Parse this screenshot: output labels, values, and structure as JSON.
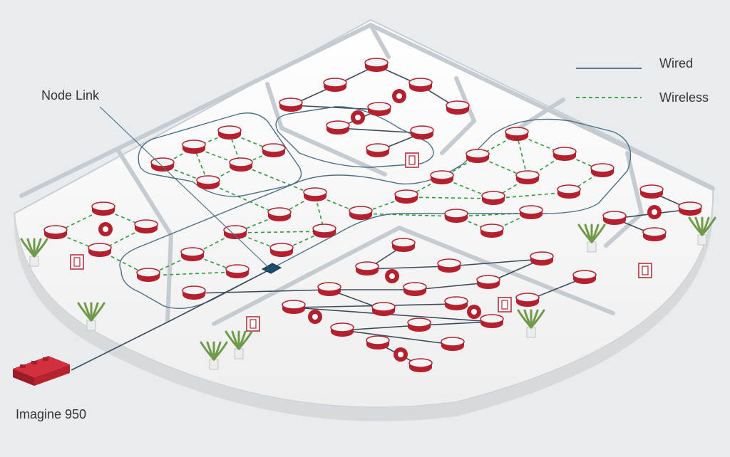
{
  "legend": {
    "wired_label": "Wired",
    "wireless_label": "Wireless",
    "wired_color": "#3b4a59",
    "wireless_color": "#2e9b3a"
  },
  "callouts": {
    "node_link": "Node Link",
    "device": "Imagine 950"
  },
  "colors": {
    "node_red": "#b5202e",
    "node_top": "#f4f4f4",
    "floor": "#f8f8f8",
    "wall": "#dfe3e6",
    "background": "#e9ecef",
    "loop": "#4d6f85"
  },
  "icons": {
    "ceiling_node": "ceiling-sensor-node-icon",
    "wall_node": "wall-sensor-icon",
    "switch": "wall-switch-icon",
    "controller": "imagine-950-controller-icon",
    "node_link": "node-link-hub-icon"
  }
}
